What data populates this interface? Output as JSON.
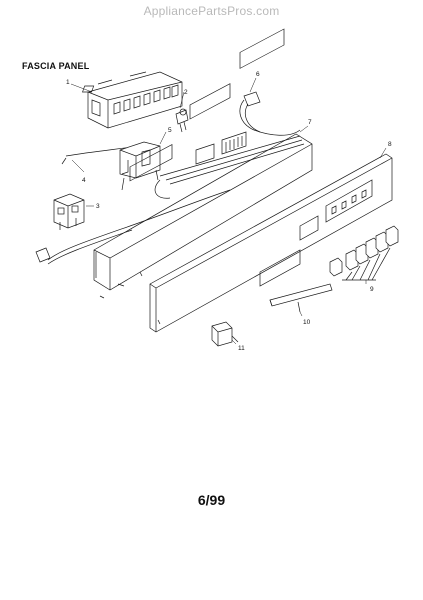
{
  "watermark": "AppliancePartsPros.com",
  "title": "FASCIA PANEL",
  "footer": "6/99",
  "callouts": [
    "1",
    "2",
    "3",
    "4",
    "5",
    "6",
    "7",
    "8",
    "9",
    "10",
    "11"
  ]
}
